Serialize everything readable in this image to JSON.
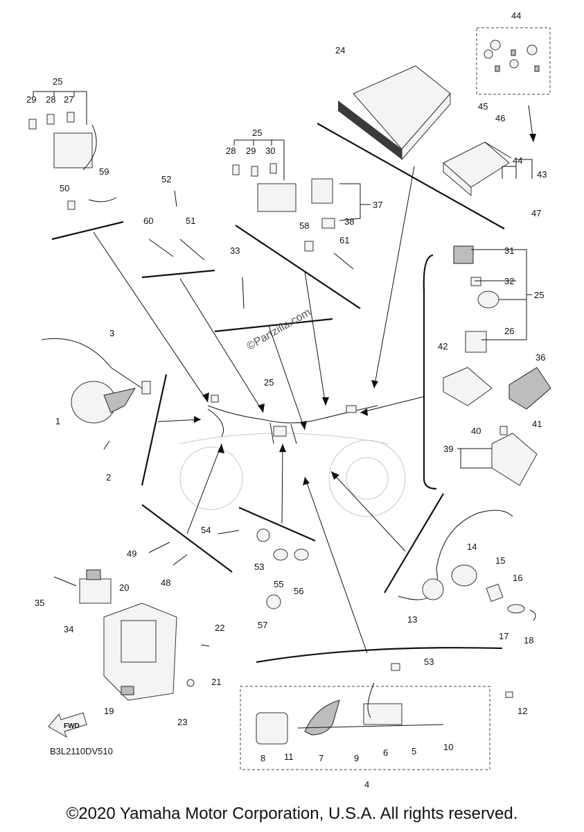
{
  "diagram_code": "B3L2110DV510",
  "watermark": "©Partzilla.com",
  "fwd_label": "FWD",
  "copyright": "©2020 Yamaha Motor Corporation, U.S.A. All rights reserved.",
  "labels": {
    "n1": "1",
    "n2": "2",
    "n3": "3",
    "n4": "4",
    "n5": "5",
    "n6": "6",
    "n7": "7",
    "n8": "8",
    "n9": "9",
    "n10": "10",
    "n11": "11",
    "n12": "12",
    "n13": "13",
    "n14": "14",
    "n15": "15",
    "n16": "16",
    "n17": "17",
    "n18": "18",
    "n19": "19",
    "n20": "20",
    "n21": "21",
    "n22": "22",
    "n23": "23",
    "n24": "24",
    "n25a": "25",
    "n25b": "25",
    "n25c": "25",
    "n25d": "25",
    "n26": "26",
    "n27": "27",
    "n28a": "28",
    "n28b": "28",
    "n29a": "29",
    "n29b": "29",
    "n30": "30",
    "n31": "31",
    "n32": "32",
    "n33": "33",
    "n34": "34",
    "n35": "35",
    "n36": "36",
    "n37": "37",
    "n38": "38",
    "n39": "39",
    "n40": "40",
    "n41": "41",
    "n42": "42",
    "n43": "43",
    "n44a": "44",
    "n44b": "44",
    "n45": "45",
    "n46": "46",
    "n47": "47",
    "n48": "48",
    "n49": "49",
    "n50": "50",
    "n51": "51",
    "n52": "52",
    "n53a": "53",
    "n53b": "53",
    "n54": "54",
    "n55": "55",
    "n56": "56",
    "n57": "57",
    "n58": "58",
    "n59": "59",
    "n60": "60",
    "n61": "61"
  }
}
